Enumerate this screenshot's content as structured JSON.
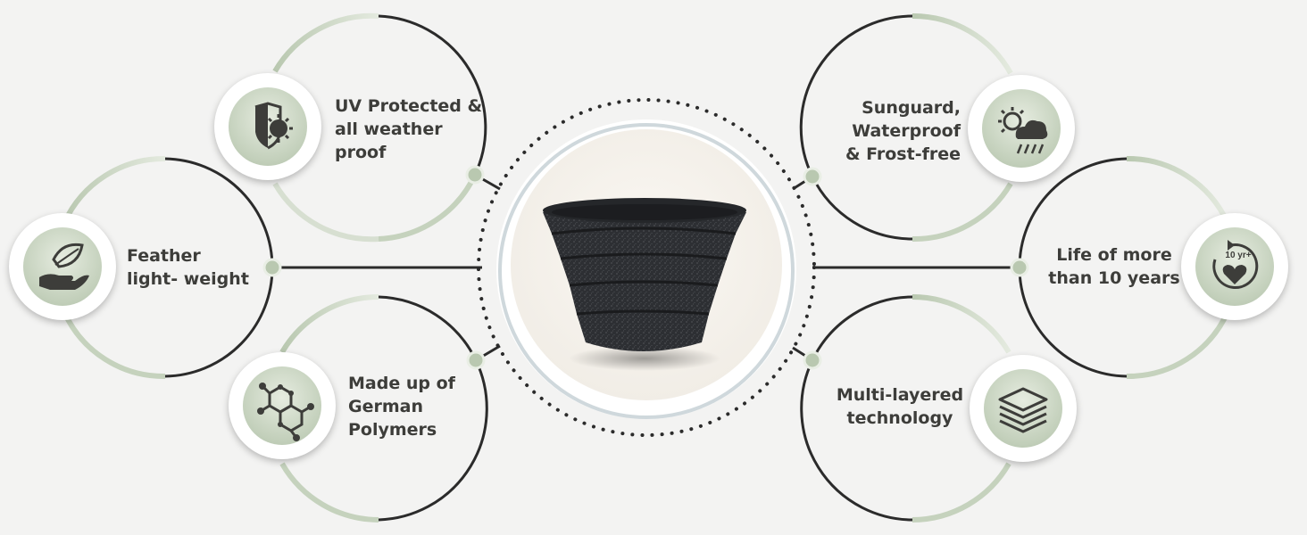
{
  "features": [
    {
      "id": "uv",
      "label": "UV Protected &\nall weather\nproof",
      "icon": "shield-sun-icon"
    },
    {
      "id": "feather",
      "label": "Feather\nlight- weight",
      "icon": "leaf-hand-icon"
    },
    {
      "id": "polymers",
      "label": "Made up of\nGerman\nPolymers",
      "icon": "molecule-icon"
    },
    {
      "id": "sunguard",
      "label": "Sunguard,\nWaterproof\n& Frost-free",
      "icon": "sun-cloud-rain-icon"
    },
    {
      "id": "life",
      "label": "Life of more\nthan 10 years",
      "icon": "heart-10yr-icon",
      "icon_text": "10 yr+"
    },
    {
      "id": "layers",
      "label": "Multi-layered\ntechnology",
      "icon": "layers-icon"
    }
  ],
  "product": {
    "name_icon": "planter-pot"
  },
  "colors": {
    "sage": "#c5d2bd",
    "sage_dark": "#9fb296",
    "ring_dark": "#2b2b2b",
    "text": "#3d3d3a"
  }
}
